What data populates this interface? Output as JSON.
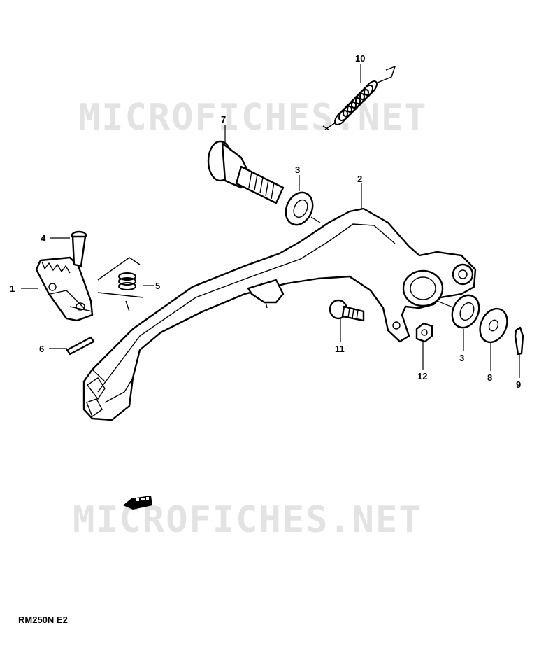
{
  "watermark": {
    "text_top": "MICROFICHES.NET",
    "text_bottom": "MICROFICHES.NET"
  },
  "model_code": "RM250N E2",
  "callouts": [
    {
      "id": "p1",
      "label": "1"
    },
    {
      "id": "p2",
      "label": "2"
    },
    {
      "id": "p3a",
      "label": "3"
    },
    {
      "id": "p3b",
      "label": "3"
    },
    {
      "id": "p4",
      "label": "4"
    },
    {
      "id": "p5",
      "label": "5"
    },
    {
      "id": "p6",
      "label": "6"
    },
    {
      "id": "p7",
      "label": "7"
    },
    {
      "id": "p8",
      "label": "8"
    },
    {
      "id": "p9",
      "label": "9"
    },
    {
      "id": "p10",
      "label": "10"
    },
    {
      "id": "p11",
      "label": "11"
    },
    {
      "id": "p12",
      "label": "12"
    }
  ],
  "icons": {
    "front_arrow": "front-direction-arrow-icon"
  }
}
